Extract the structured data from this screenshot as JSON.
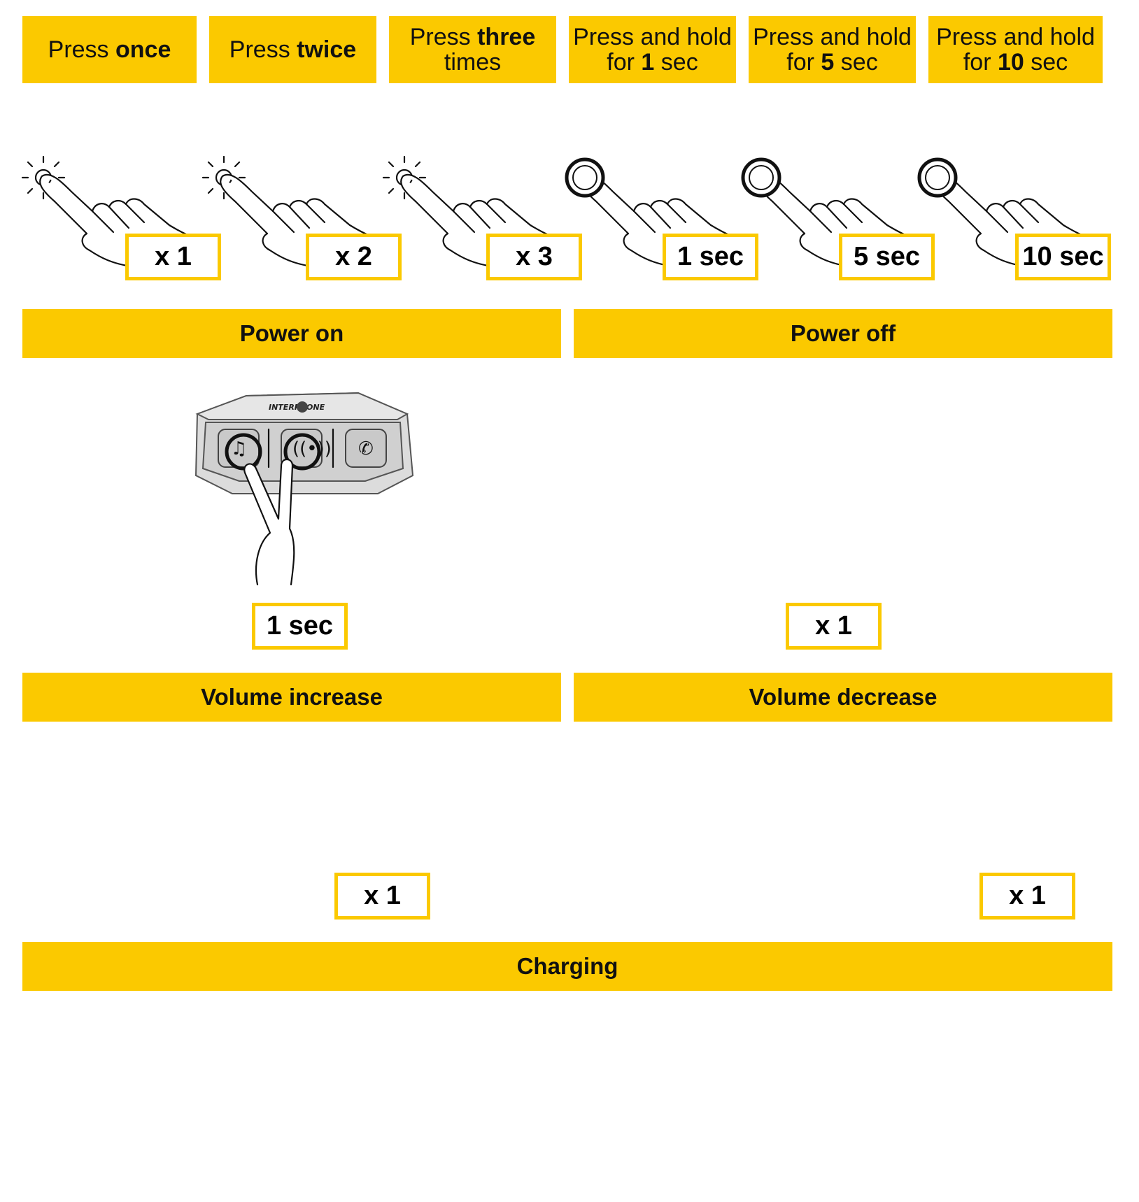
{
  "legend": [
    {
      "pre": "Press ",
      "bold": "once",
      "post": "",
      "line2": ""
    },
    {
      "pre": "Press ",
      "bold": "twice",
      "post": "",
      "line2": ""
    },
    {
      "pre": "Press ",
      "bold": "three",
      "post": "",
      "line2": "times"
    },
    {
      "pre": "Press and hold",
      "bold": "",
      "post": "",
      "line2pre": "for ",
      "line2bold": "1",
      "line2post": " sec"
    },
    {
      "pre": "Press and hold",
      "bold": "",
      "post": "",
      "line2pre": "for ",
      "line2bold": "5",
      "line2post": " sec"
    },
    {
      "pre": "Press and hold",
      "bold": "",
      "post": "",
      "line2pre": "for ",
      "line2bold": "10",
      "line2post": " sec"
    }
  ],
  "gesture_labels": [
    "x 1",
    "x 2",
    "x 3",
    "1 sec",
    "5 sec",
    "10 sec"
  ],
  "sections": {
    "power_on": {
      "title": "Power on",
      "label": "1 sec"
    },
    "power_off": {
      "title": "Power off",
      "label": "x 1"
    },
    "volume_increase": {
      "title": "Volume increase",
      "label": "x 1"
    },
    "volume_decrease": {
      "title": "Volume decrease",
      "label": "x 1"
    },
    "charging": {
      "title": "Charging"
    }
  },
  "device": {
    "brand": "INTERPHONE"
  },
  "icons": {
    "music": "music-note-icon",
    "intercom": "intercom-icon",
    "phone": "phone-icon",
    "press": "tap-burst-icon",
    "hold": "hold-ring-icon",
    "usb": "usb-icon"
  },
  "colors": {
    "accent": "#fbc900",
    "text": "#111111",
    "device": "#dcdcdc"
  }
}
